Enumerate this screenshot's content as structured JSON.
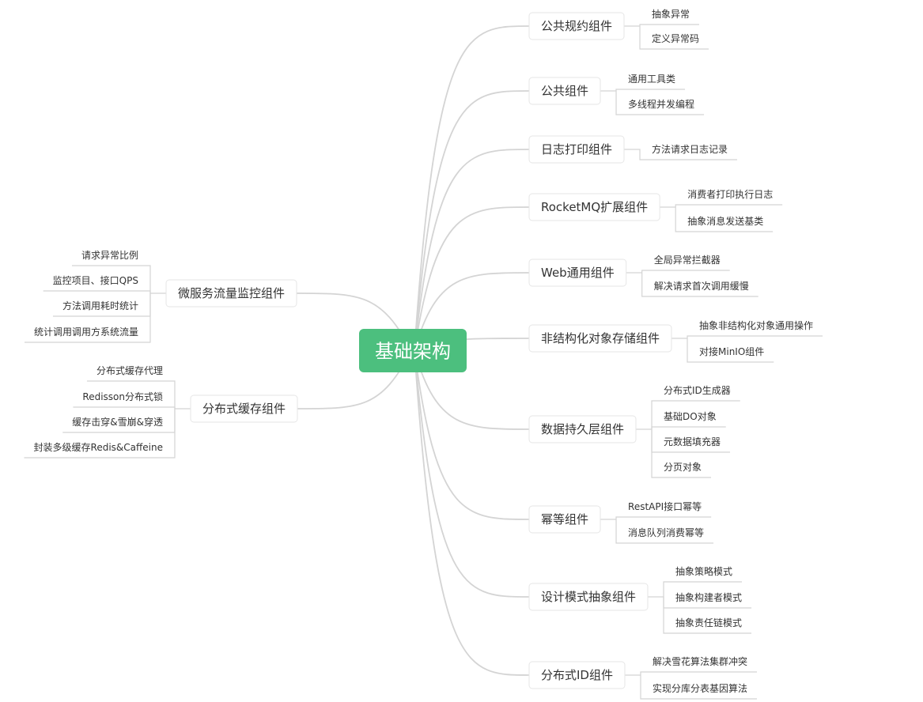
{
  "root": {
    "label": "基础架构"
  },
  "colors": {
    "root_fill": "#4cbf7e",
    "line": "#d4d4d4",
    "leaf_underline": "#cccccc",
    "node_bg": "#ffffff",
    "node_border": "#e6e6e6",
    "text": "#333333"
  },
  "right_branches": [
    {
      "label": "公共规约组件",
      "children": [
        "抽象异常",
        "定义异常码"
      ]
    },
    {
      "label": "公共组件",
      "children": [
        "通用工具类",
        "多线程并发编程"
      ]
    },
    {
      "label": "日志打印组件",
      "children": [
        "方法请求日志记录"
      ]
    },
    {
      "label": "RocketMQ扩展组件",
      "children": [
        "消费者打印执行日志",
        "抽象消息发送基类"
      ]
    },
    {
      "label": "Web通用组件",
      "children": [
        "全局异常拦截器",
        "解决请求首次调用缓慢"
      ]
    },
    {
      "label": "非结构化对象存储组件",
      "children": [
        "抽象非结构化对象通用操作",
        "对接MinIO组件"
      ]
    },
    {
      "label": "数据持久层组件",
      "children": [
        "分布式ID生成器",
        "基础DO对象",
        "元数据填充器",
        "分页对象"
      ]
    },
    {
      "label": "幂等组件",
      "children": [
        "RestAPI接口幂等",
        "消息队列消费幂等"
      ]
    },
    {
      "label": "设计模式抽象组件",
      "children": [
        "抽象策略模式",
        "抽象构建者模式",
        "抽象责任链模式"
      ]
    },
    {
      "label": "分布式ID组件",
      "children": [
        "解决雪花算法集群冲突",
        "实现分库分表基因算法"
      ]
    }
  ],
  "left_branches": [
    {
      "label": "微服务流量监控组件",
      "children": [
        "请求异常比例",
        "监控项目、接口QPS",
        "方法调用耗时统计",
        "统计调用调用方系统流量"
      ]
    },
    {
      "label": "分布式缓存组件",
      "children": [
        "分布式缓存代理",
        "Redisson分布式锁",
        "缓存击穿&雪崩&穿透",
        "封装多级缓存Redis&Caffeine"
      ]
    }
  ]
}
